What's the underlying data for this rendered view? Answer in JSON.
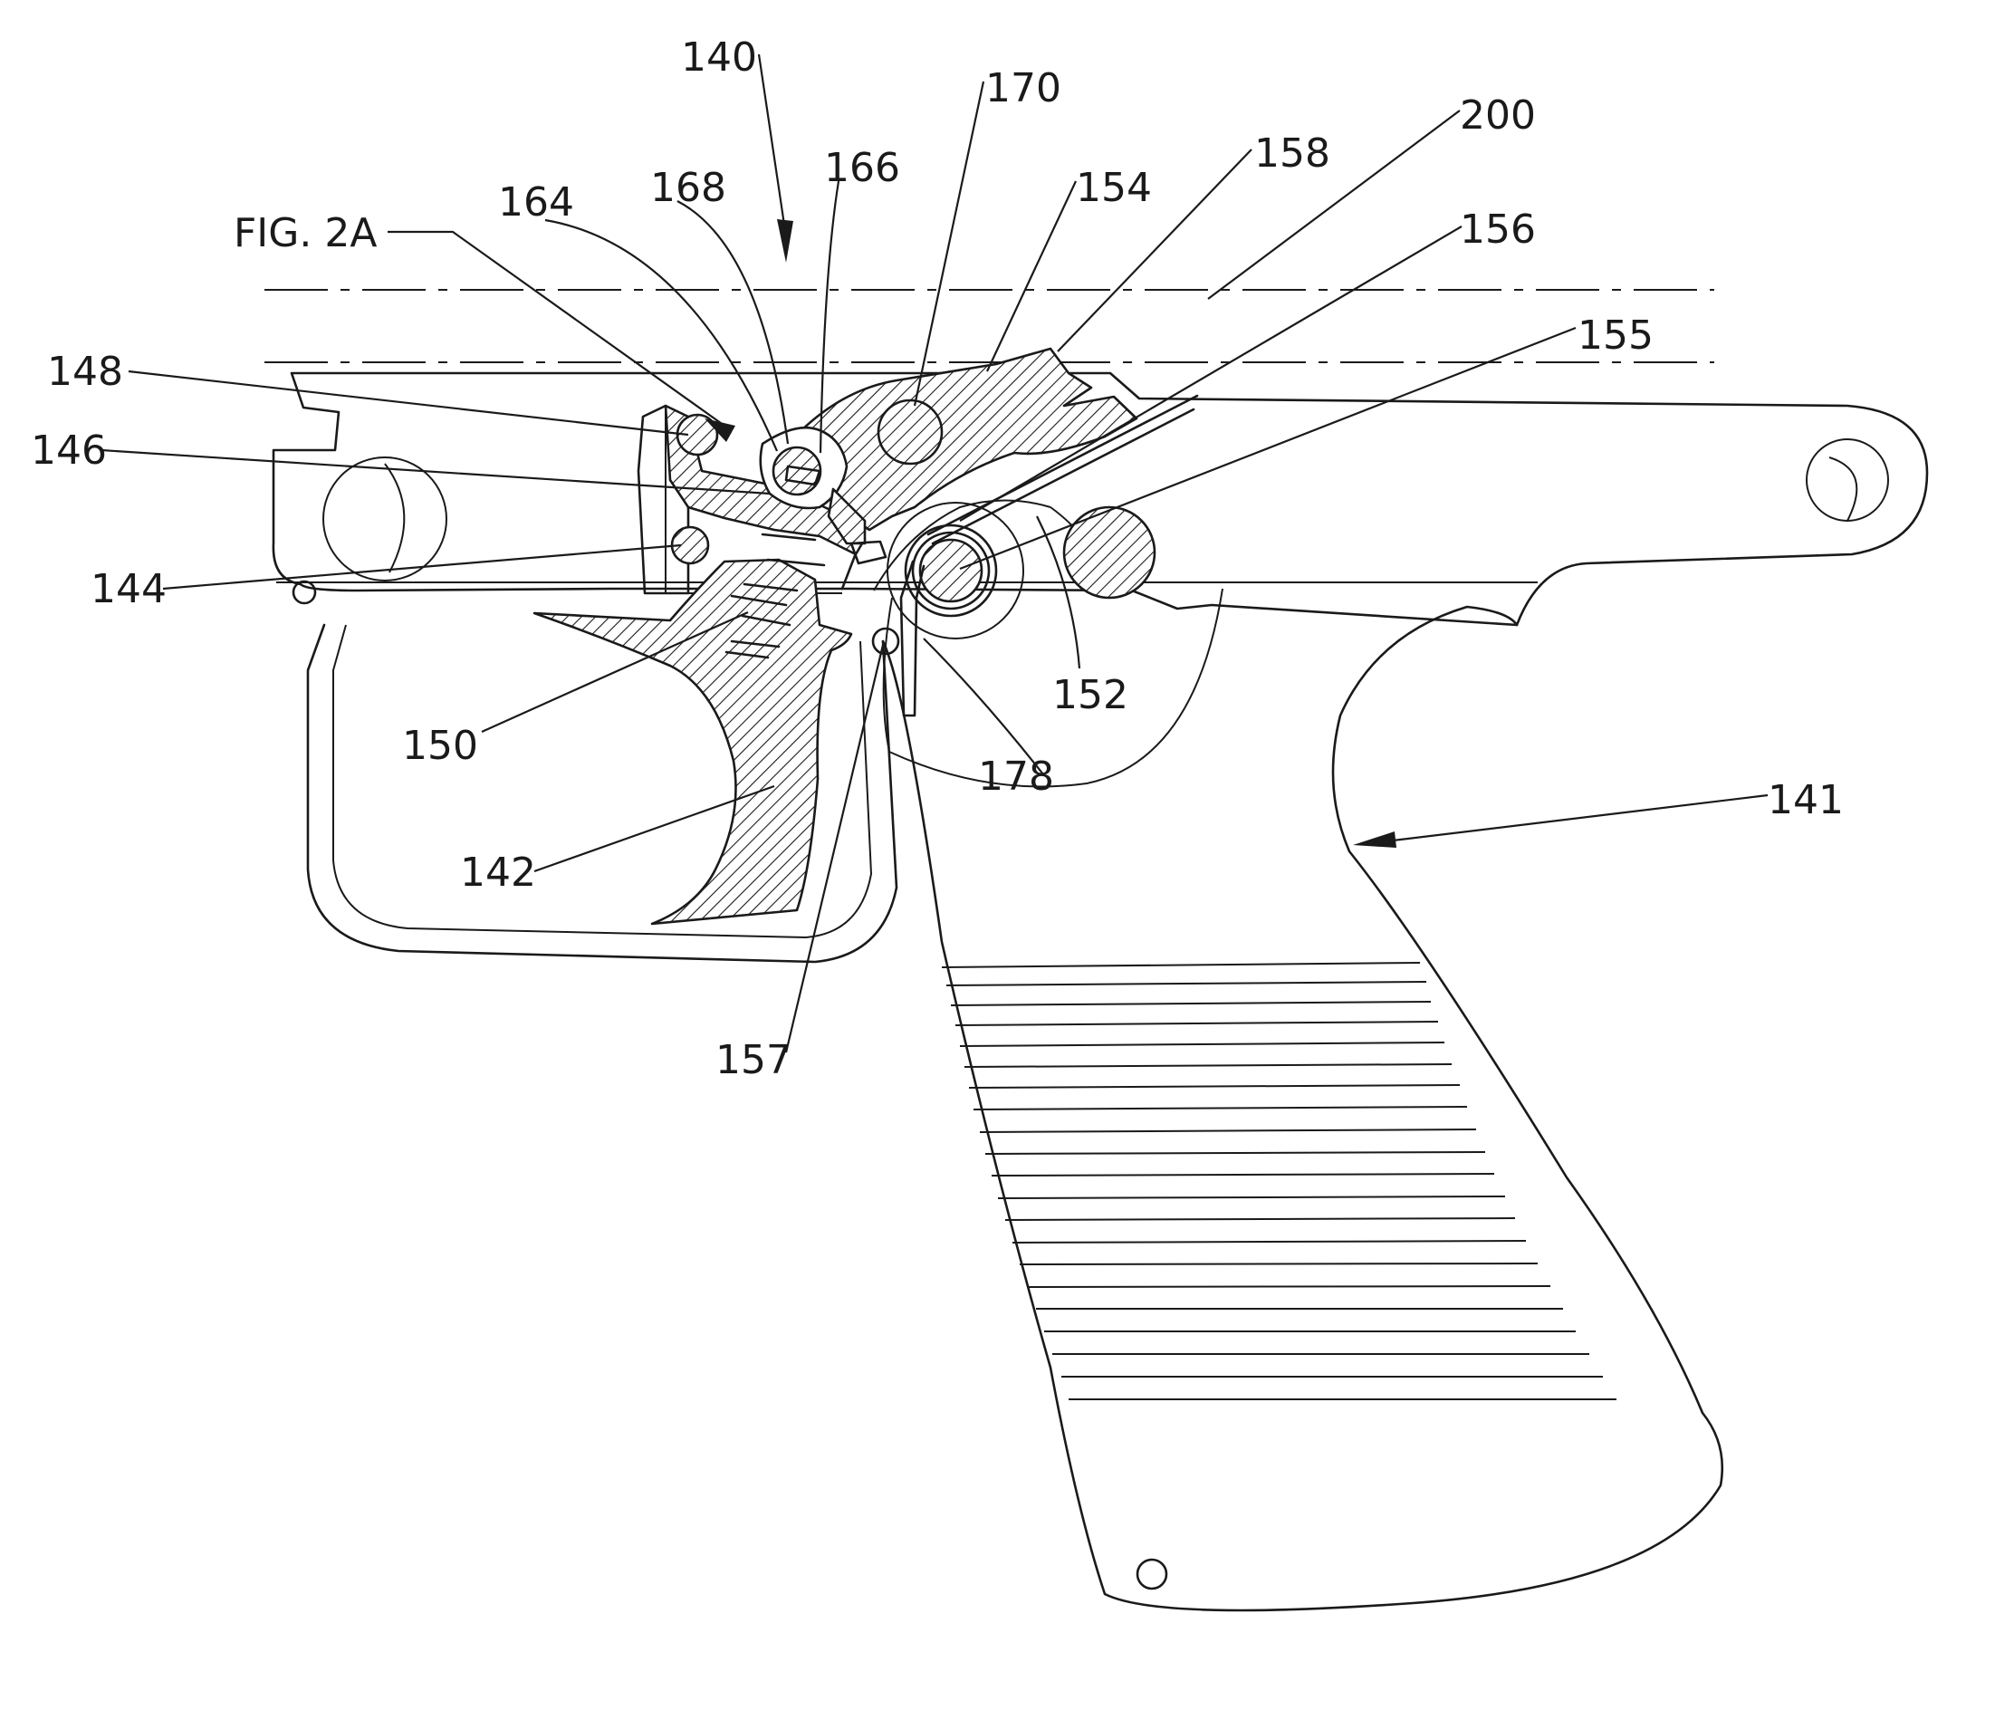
{
  "figure": {
    "caption_ref": "FIG. 2A",
    "labels": {
      "l140": "140",
      "l141": "141",
      "l142": "142",
      "l144": "144",
      "l146": "146",
      "l148": "148",
      "l150": "150",
      "l152": "152",
      "l154": "154",
      "l155": "155",
      "l156": "156",
      "l157": "157",
      "l158": "158",
      "l164": "164",
      "l166": "166",
      "l168": "168",
      "l170": "170",
      "l178": "178",
      "l200": "200"
    }
  },
  "colors": {
    "ink": "#1a1a1a",
    "paper": "#ffffff"
  }
}
